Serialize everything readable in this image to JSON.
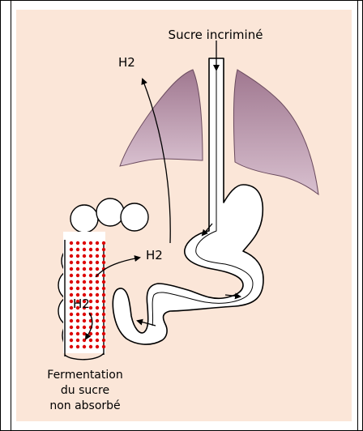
{
  "labels": {
    "sugar_in": "Sucre incriminé",
    "h2_top": "H2",
    "h2_middle": "H2",
    "h2_lower": "H2"
  },
  "caption": {
    "line1": "Fermentation",
    "line2": "du sucre",
    "line3": "non absorbé"
  },
  "colors": {
    "background": "#fbe6d8",
    "lungs": "#c4a4b8",
    "fermentation_dots": "#dd0000",
    "outline": "#000000"
  }
}
